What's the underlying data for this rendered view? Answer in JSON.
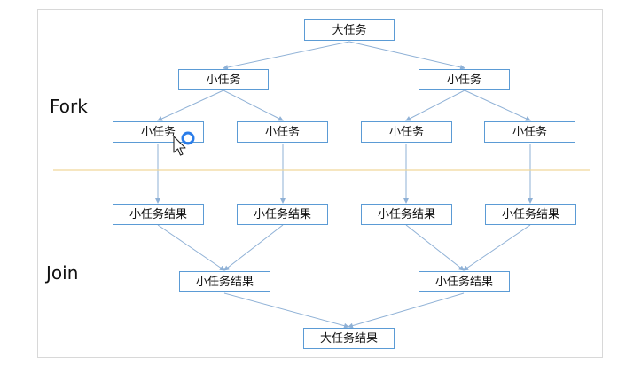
{
  "labels": {
    "fork": "Fork",
    "join": "Join"
  },
  "nodes": {
    "big_task": "大任务",
    "task_l": "小任务",
    "task_r": "小任务",
    "task_ll": "小任务",
    "task_lr": "小任务",
    "task_rl": "小任务",
    "task_rr": "小任务",
    "res_ll": "小任务结果",
    "res_lr": "小任务结果",
    "res_rl": "小任务结果",
    "res_rr": "小任务结果",
    "res_l": "小任务结果",
    "res_r": "小任务结果",
    "big_result": "大任务结果"
  },
  "colors": {
    "node_border": "#5b9bd5",
    "arrow": "#8fb1d6",
    "divider": "#f0d79a",
    "cursor_ring": "#2b7de9"
  }
}
